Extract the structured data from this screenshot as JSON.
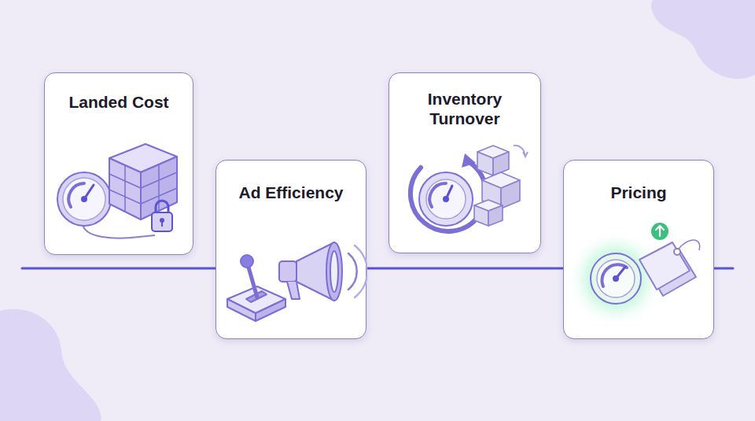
{
  "diagram": {
    "nodes": [
      {
        "text": [
          "Landed Cost"
        ]
      },
      {
        "text": [
          "Ad Efficiency"
        ]
      },
      {
        "text": [
          "Inventory Turnover"
        ]
      },
      {
        "text": [
          "Pricing"
        ]
      }
    ]
  }
}
